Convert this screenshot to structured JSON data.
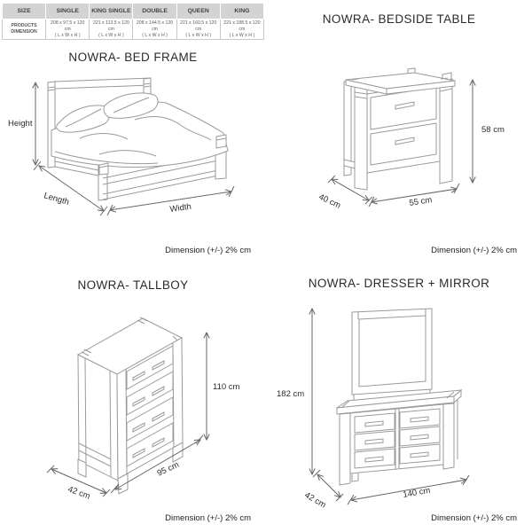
{
  "size_table": {
    "header": [
      "SIZE",
      "SINGLE",
      "KING SINGLE",
      "DOUBLE",
      "QUEEN",
      "KING"
    ],
    "row_label_line1": "PRODUCTS",
    "row_label_line2": "DIMENSION",
    "values": [
      "208 x 97.5 x 120 cm",
      "221 x 113.5 x 120 cm",
      "208 x 144.5 x 120 cm",
      "221 x 160.5 x 120 cm",
      "221 x 188.5 x 120 cm"
    ],
    "unit": "( L x W x H )"
  },
  "bed_frame": {
    "title": "NOWRA- BED FRAME",
    "height_label": "Height",
    "length_label": "Length",
    "width_label": "Width",
    "note": "Dimension (+/-) 2% cm"
  },
  "bedside_table": {
    "title": "NOWRA- BEDSIDE TABLE",
    "height_label": "58 cm",
    "depth_label": "40 cm",
    "width_label": "55 cm",
    "note": "Dimension (+/-) 2% cm"
  },
  "tallboy": {
    "title": "NOWRA- TALLBOY",
    "height_label": "110 cm",
    "width_label": "95 cm",
    "depth_label": "42 cm",
    "note": "Dimension (+/-) 2% cm"
  },
  "dresser_mirror": {
    "title": "NOWRA- DRESSER + MIRROR",
    "height_label": "182 cm",
    "depth_label": "42 cm",
    "width_label": "140 cm",
    "note": "Dimension (+/-) 2% cm"
  },
  "colors": {
    "furniture_line": "#9a9a9a",
    "dimension_line": "#666666",
    "text": "#2b2b2b",
    "table_header_bg": "#d3d3d3"
  }
}
